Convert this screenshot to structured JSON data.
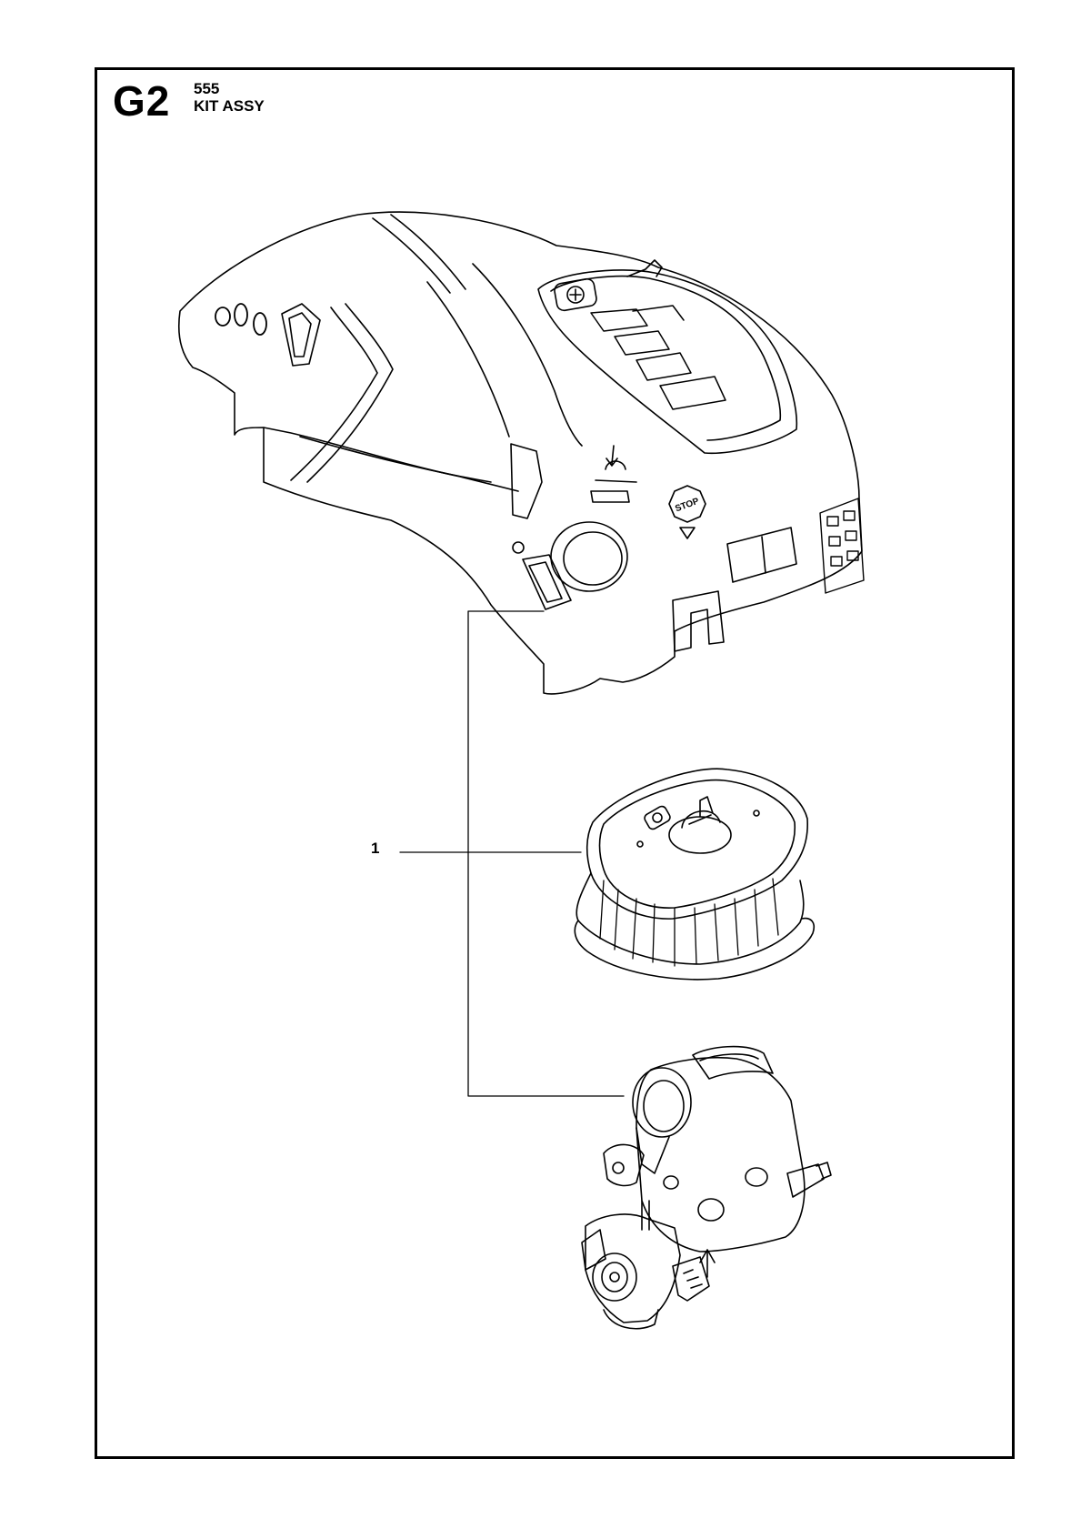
{
  "header": {
    "section_code": "G2",
    "model": "555",
    "assembly": "KIT ASSY"
  },
  "callouts": [
    {
      "number": "1"
    }
  ],
  "parts": {
    "cover_label_stop": "STOP"
  },
  "colors": {
    "line": "#000000",
    "background": "#ffffff"
  }
}
